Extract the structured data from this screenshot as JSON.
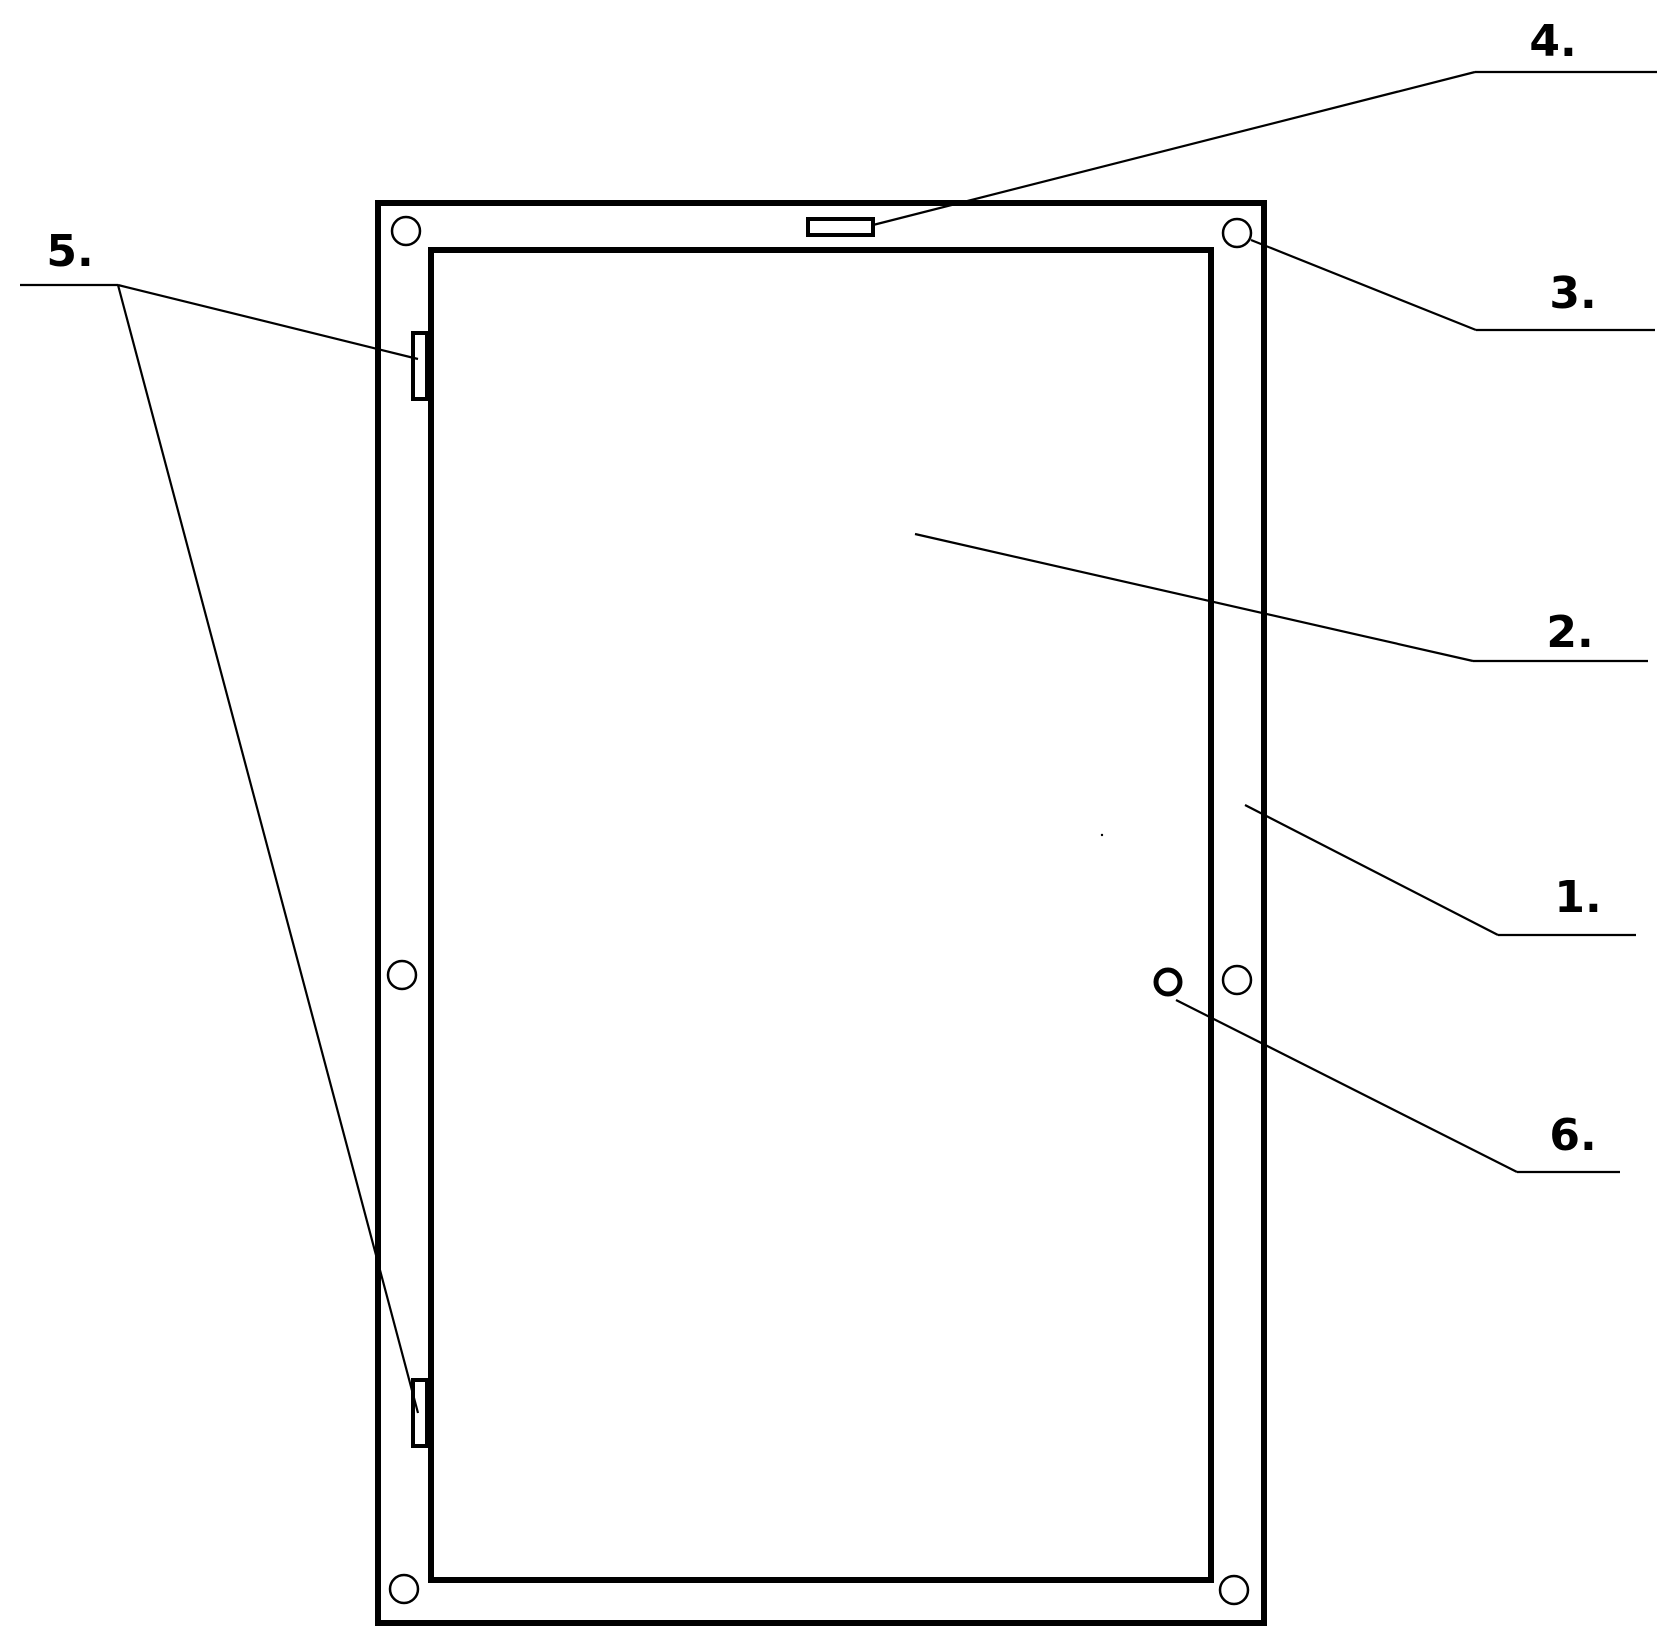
{
  "figure": {
    "callouts": [
      {
        "id": "frame",
        "label": "1."
      },
      {
        "id": "panel",
        "label": "2."
      },
      {
        "id": "mounting-hole",
        "label": "3."
      },
      {
        "id": "top-slot",
        "label": "4."
      },
      {
        "id": "side-clips",
        "label": "5."
      },
      {
        "id": "indicator-ring",
        "label": "6."
      }
    ]
  }
}
